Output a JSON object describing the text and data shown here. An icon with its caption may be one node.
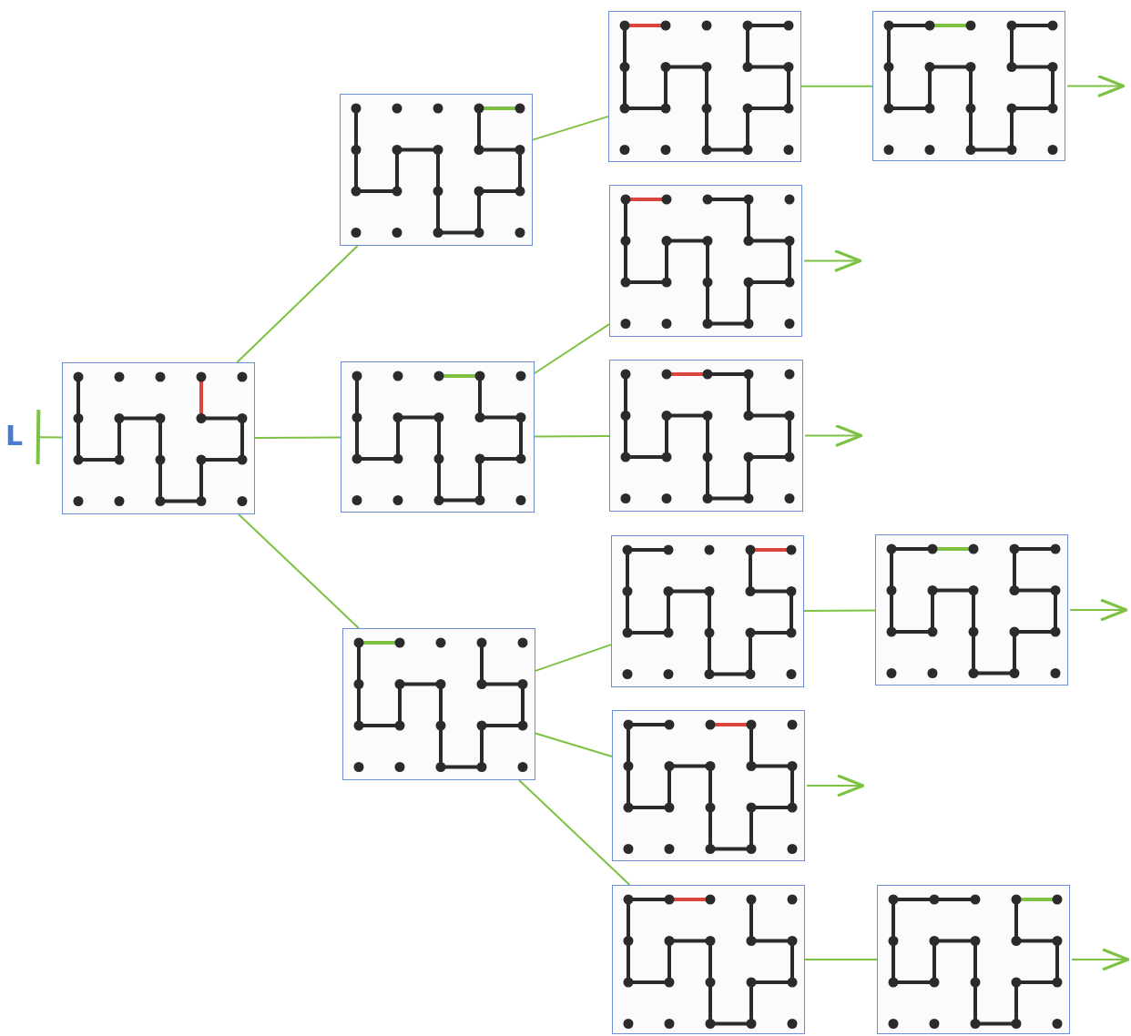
{
  "diagram": {
    "nodes": [
      {
        "text": [
          "L"
        ]
      },
      {
        "text": [],
        "shape": "picture"
      },
      {
        "text": [],
        "shape": "picture"
      },
      {
        "text": [],
        "shape": "picture"
      },
      {
        "text": [],
        "shape": "picture"
      },
      {
        "text": [],
        "shape": "picture"
      },
      {
        "text": [],
        "shape": "picture"
      },
      {
        "text": [],
        "shape": "picture"
      },
      {
        "text": [],
        "shape": "picture"
      },
      {
        "text": [],
        "shape": "picture"
      },
      {
        "text": [],
        "shape": "picture"
      },
      {
        "text": [],
        "shape": "picture"
      },
      {
        "text": [],
        "shape": "picture"
      },
      {
        "text": [],
        "shape": "picture"
      }
    ],
    "edges": [
      {
        "from": 0,
        "to": 1,
        "arrow": "other"
      },
      {
        "from": 1,
        "to": 2,
        "arrow": "none"
      },
      {
        "from": 1,
        "to": 3,
        "arrow": "none"
      },
      {
        "from": 1,
        "to": 4,
        "arrow": "none"
      },
      {
        "from": 2,
        "to": 5,
        "arrow": "none"
      },
      {
        "from": 5,
        "to": 6,
        "arrow": "none"
      },
      {
        "from": 6,
        "to": null,
        "arrow": "to"
      },
      {
        "from": 3,
        "to": 7,
        "arrow": "none"
      },
      {
        "from": 7,
        "to": null,
        "arrow": "to"
      },
      {
        "from": 3,
        "to": 8,
        "arrow": "none"
      },
      {
        "from": 8,
        "to": null,
        "arrow": "to"
      },
      {
        "from": 4,
        "to": 9,
        "arrow": "none"
      },
      {
        "from": 9,
        "to": 10,
        "arrow": "none"
      },
      {
        "from": 10,
        "to": null,
        "arrow": "to"
      },
      {
        "from": 4,
        "to": 11,
        "arrow": "none"
      },
      {
        "from": 11,
        "to": null,
        "arrow": "to"
      },
      {
        "from": 4,
        "to": 12,
        "arrow": "none"
      },
      {
        "from": 12,
        "to": 13,
        "arrow": "none"
      },
      {
        "from": 13,
        "to": null,
        "arrow": "to"
      }
    ]
  }
}
